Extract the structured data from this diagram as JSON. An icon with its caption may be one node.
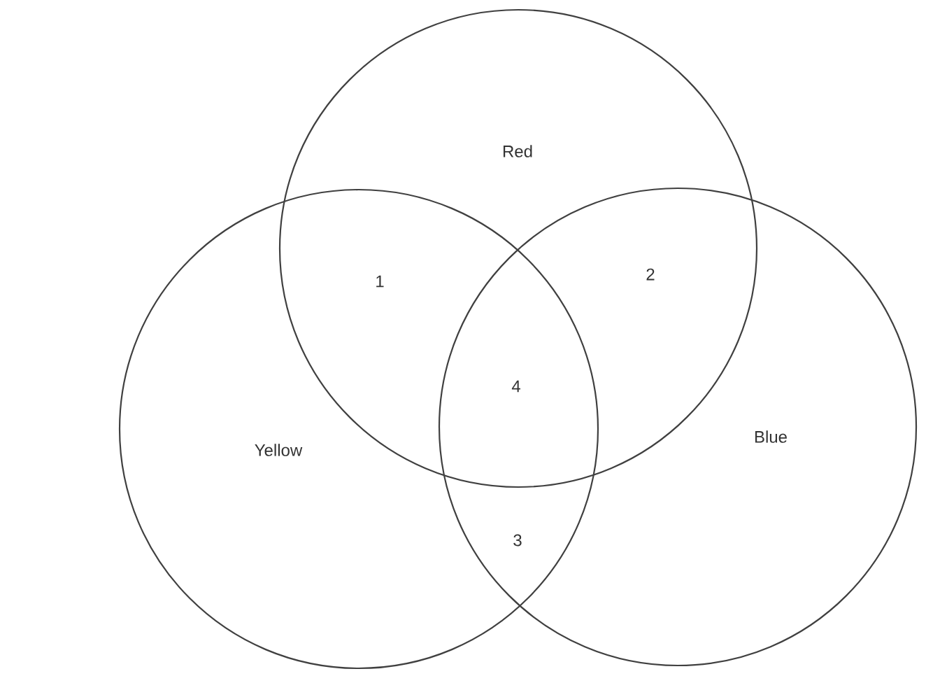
{
  "diagram": {
    "nodes": [
      {
        "text": [
          "Red"
        ]
      },
      {
        "text": [
          "Yellow"
        ]
      },
      {
        "text": [
          "Blue"
        ]
      }
    ],
    "labels": [
      "1",
      "2",
      "4",
      "3"
    ]
  }
}
